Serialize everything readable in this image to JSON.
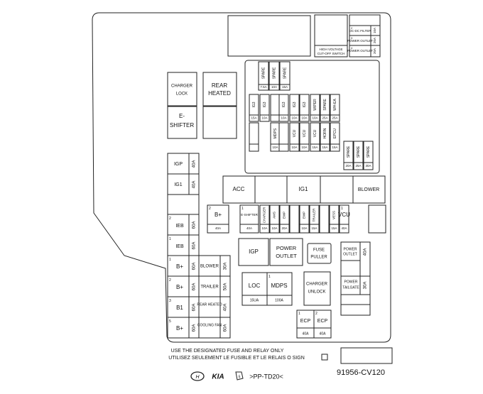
{
  "top": {
    "hv_cutoff": [
      "HIGH VOLTAGE",
      "CUT-OFF SWITCH"
    ],
    "outlets": [
      {
        "num": "2",
        "name": "DC-DC FILTER",
        "amp": "10A"
      },
      {
        "num": "3",
        "name": "POWER OUTLET",
        "amp": "20A"
      },
      {
        "num": "4",
        "name": "POWER OUTLET",
        "amp": "20A"
      }
    ]
  },
  "relays_upper": {
    "charger_lock": [
      "CHARGER",
      "LOCK"
    ],
    "rear_heated": [
      "REAR",
      "HEATED"
    ],
    "e_shifter": [
      "E-",
      "SHIFTER"
    ]
  },
  "mini_fuses": {
    "spares_top": [
      {
        "name": "SPARE",
        "amp": "7.5A"
      },
      {
        "name": "SPARE",
        "amp": "10A"
      },
      {
        "name": "SPARE",
        "amp": "15A"
      }
    ],
    "row1": [
      {
        "name": "IG3",
        "amp": "15A"
      },
      {
        "name": "IG3",
        "amp": "10A"
      },
      {
        "name": "",
        "amp": ""
      },
      {
        "name": "IG3",
        "amp": "10A"
      },
      {
        "name": "IG3",
        "amp": "10A"
      },
      {
        "name": "IG3",
        "amp": "10A"
      },
      {
        "name": "WIPER",
        "amp": "10A"
      },
      {
        "name": "SPARE",
        "amp": "25A"
      },
      {
        "name": "WH-EA",
        "amp": "25A"
      }
    ],
    "row2": [
      {
        "name": "",
        "amp": ""
      },
      {
        "name": "MDPS",
        "amp": "10A"
      },
      {
        "name": "",
        "amp": ""
      },
      {
        "name": "VCU",
        "amp": "10A"
      },
      {
        "name": "VCU",
        "amp": "10A"
      },
      {
        "name": "VCU",
        "amp": "15A"
      },
      {
        "name": "HORN",
        "amp": "15A"
      },
      {
        "name": "EPCU",
        "amp": "15A"
      }
    ],
    "spares_bottom": [
      {
        "name": "SPARE",
        "amp": "20A"
      },
      {
        "name": "SPARE",
        "amp": "25A"
      },
      {
        "name": "SPARE",
        "amp": "30A"
      }
    ]
  },
  "left_fuses": {
    "igp": {
      "name": "IGP",
      "amp": "40A"
    },
    "ig1": {
      "name": "IG1",
      "amp": "40A"
    },
    "ieb1": {
      "num": "2",
      "name": "IEB",
      "amp": "60A"
    },
    "ieb2": {
      "num": "1",
      "name": "IEB",
      "amp": "60A"
    }
  },
  "relays_row": {
    "acc": "ACC",
    "ig1": "IG1",
    "blower": "BLOWER"
  },
  "midi_row": [
    {
      "num": "2",
      "name": "B+",
      "amp": "40A"
    },
    {
      "num": "1",
      "name": "E-SHIFTER",
      "amp": "40A"
    },
    {
      "num": "",
      "name": "CHARGER",
      "amp": "10A"
    },
    {
      "num": "",
      "name": "AMS",
      "amp": "10A"
    },
    {
      "num": "",
      "name": "EWP",
      "amp": "20A"
    },
    {
      "num": "",
      "name": "EWP",
      "amp": "10A"
    },
    {
      "num": "",
      "name": "TRAILER",
      "amp": "15A"
    },
    {
      "num": "",
      "name": "VESS",
      "amp": "15A"
    },
    {
      "num": "1",
      "name": "VCU",
      "amp": "40A"
    }
  ],
  "bottom_left": [
    {
      "num": "1",
      "name": "B+",
      "amp": "60A"
    },
    {
      "num": "2",
      "name": "B+",
      "amp": "60A"
    },
    {
      "num": "3",
      "name": "B1",
      "amp": "60A"
    },
    {
      "num": "5",
      "name": "B+",
      "amp": "60A"
    }
  ],
  "bottom_right_col": [
    {
      "name": "BLOWER",
      "amp": "30A"
    },
    {
      "name": "TRAILER",
      "amp": "50A"
    },
    {
      "name": "REAR HEATED",
      "amp": "40A"
    },
    {
      "name": "COOLING FAN",
      "amp": "60A"
    }
  ],
  "center_relays": {
    "igp": "IGP",
    "power_outlet": [
      "POWER",
      "OUTLET"
    ],
    "fuse_puller": [
      "FUSE",
      "PULLER"
    ],
    "loc": {
      "name": "LOC",
      "amp": "15UA"
    },
    "mdps": {
      "num": "1",
      "name": "MDPS",
      "amp": "100A"
    },
    "charger_unlock": [
      "CHARGER",
      "UNLOCK"
    ],
    "ecp1": {
      "num": "1",
      "name": "ECP",
      "amp": "40A"
    },
    "ecp2": {
      "num": "2",
      "name": "ECP",
      "amp": "40A"
    }
  },
  "right_relays": {
    "power_outlet": {
      "name": [
        "POWER",
        "OUTLET"
      ],
      "amp": "40A"
    },
    "power_tailgate": {
      "name": [
        "POWER",
        "TAILGATE"
      ],
      "amp": "30A"
    }
  },
  "footer": {
    "notice_en": "USE THE DESIGNATED FUSE AND RELAY ONLY",
    "notice_fr": "UTILISEZ SEULEMENT LE FUSIBLE ET LE RELAIS O SIGN",
    "brand": "KIA",
    "material": ">PP-TD20<",
    "part_number": "91956-CV120"
  }
}
